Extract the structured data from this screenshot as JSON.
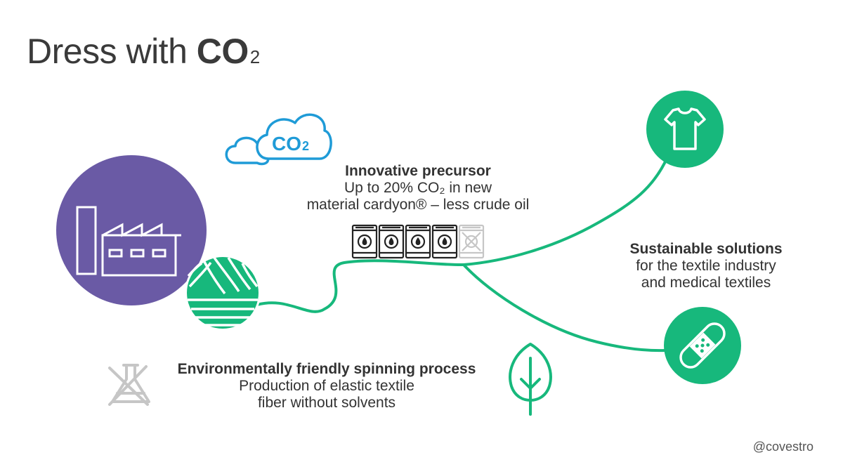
{
  "title": {
    "prefix": "Dress with ",
    "bold": "CO",
    "subscript": "2"
  },
  "cloud": {
    "label": "CO",
    "subscript": "2",
    "color": "#1f9bd7"
  },
  "precursor": {
    "heading": "Innovative precursor",
    "line1": "Up to 20% CO₂ in new",
    "line2": "material cardyon® – less crude oil"
  },
  "solutions": {
    "heading": "Sustainable solutions",
    "line1": "for the textile industry",
    "line2": "and medical textiles"
  },
  "spinning": {
    "heading": "Environmentally friendly spinning process",
    "line1": "Production of elastic textile",
    "line2": "fiber without solvents"
  },
  "footer": {
    "handle": "@covestro"
  },
  "barrels": {
    "dark_count": 4,
    "crossed_count": 1
  },
  "icons": {
    "factory": "factory-icon",
    "yarn": "yarn-ball-icon",
    "shirt": "t-shirt-icon",
    "bandage": "bandage-icon",
    "leaf": "leaf-icon",
    "flask": "crossed-flask-icon",
    "cloud": "co2-cloud-icon",
    "barrel": "oil-barrel-icon"
  },
  "colors": {
    "green": "#17b87c",
    "purple": "#6a5aa5",
    "gray": "#c6c6c6",
    "text": "#333333",
    "blue": "#1f9bd7"
  }
}
